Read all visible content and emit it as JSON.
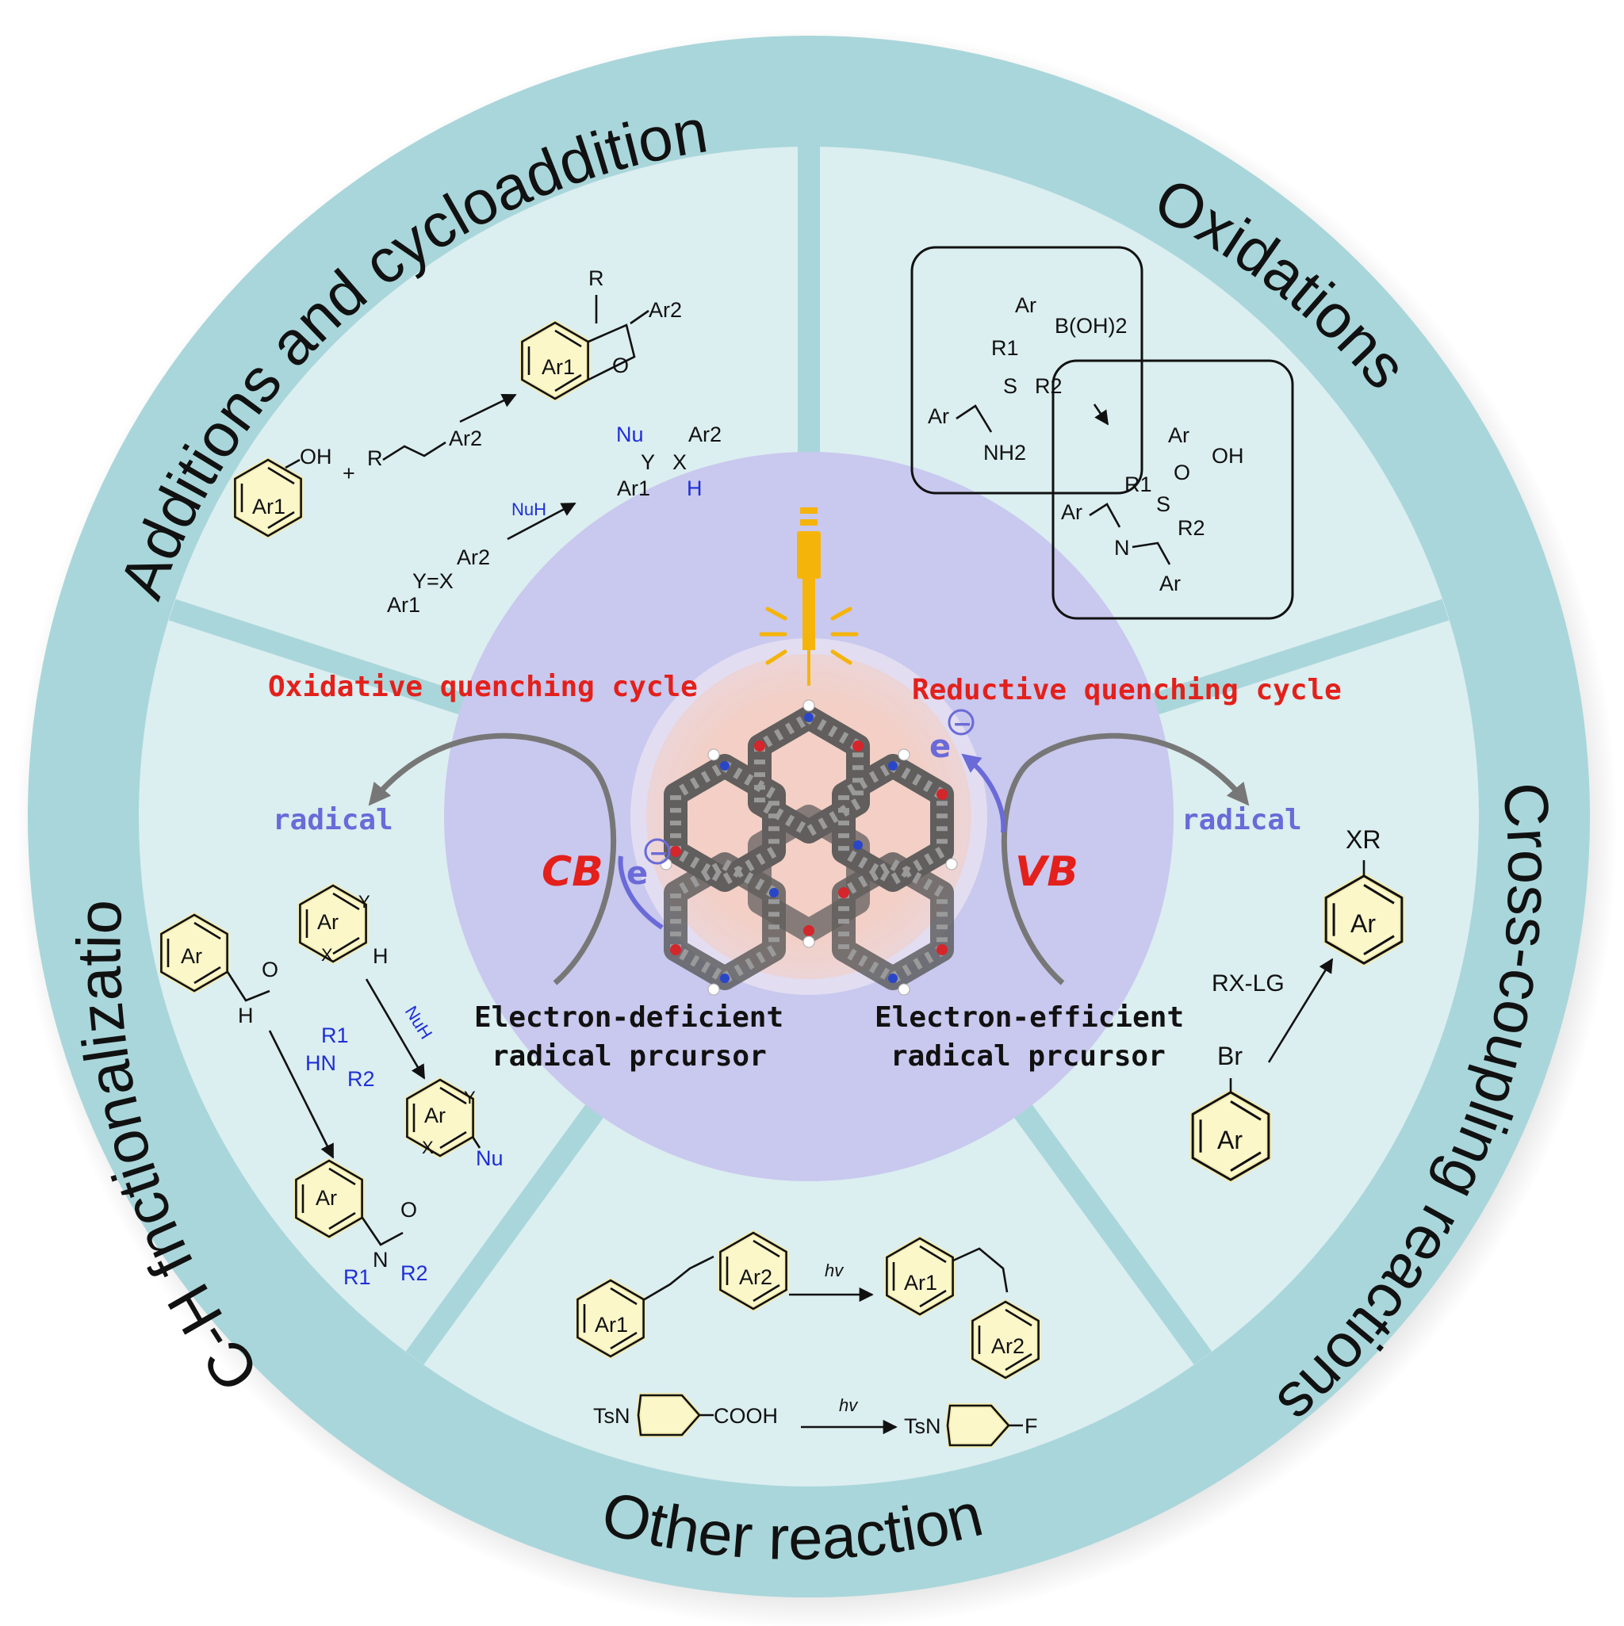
{
  "sectors": {
    "additions": "Additions and cycloadditions",
    "oxidations": "Oxidations",
    "cross_coupling": "Cross-coupling reactions",
    "other": "Other reactions",
    "ch_functionalization": "C-H fnctionalization"
  },
  "center": {
    "oxidative_cycle": "Oxidative quenching cycle",
    "reductive_cycle": "Reductive quenching cycle",
    "radical_left": "radical",
    "radical_right": "radical",
    "cb": "CB",
    "vb": "VB",
    "electron": "e",
    "minus": "−",
    "deficient_line1": "Electron-deficient",
    "deficient_line2": "radical prcursor",
    "efficient_line1": "Electron-efficient",
    "efficient_line2": "radical prcursor"
  },
  "chem": {
    "oh": "OH",
    "ar1": "Ar1",
    "plus": "+",
    "r": "R",
    "ar2": "Ar2",
    "o": "O",
    "nu": "Nu",
    "y": "Y",
    "x": "X",
    "h": "H",
    "nuh": "NuH",
    "yx": "Y=X",
    "ar": "Ar",
    "boh2": "B(OH)2",
    "r1": "R1",
    "r2": "R2",
    "s": "S",
    "nh2": "NH2",
    "n": "N",
    "xr": "XR",
    "rxlg": "RX-LG",
    "br": "Br",
    "hv": "hv",
    "tsn": "TsN",
    "cooh": "COOH",
    "f": "F",
    "hn": "HN"
  },
  "colors": {
    "outer_ring": "#a9d6da",
    "sector_fill": "#dbeef0",
    "inner_disc": "#c9c8ee",
    "core": "#f3cfc5",
    "accent_red": "#e3201b",
    "accent_blue": "#6a6ad8",
    "lamp": "#f5b40a",
    "highlight": "#fbf7c9"
  },
  "icons": [
    "lamp-icon",
    "light-ray-icon",
    "cof-framework-icon",
    "benzene-ring-icon"
  ]
}
